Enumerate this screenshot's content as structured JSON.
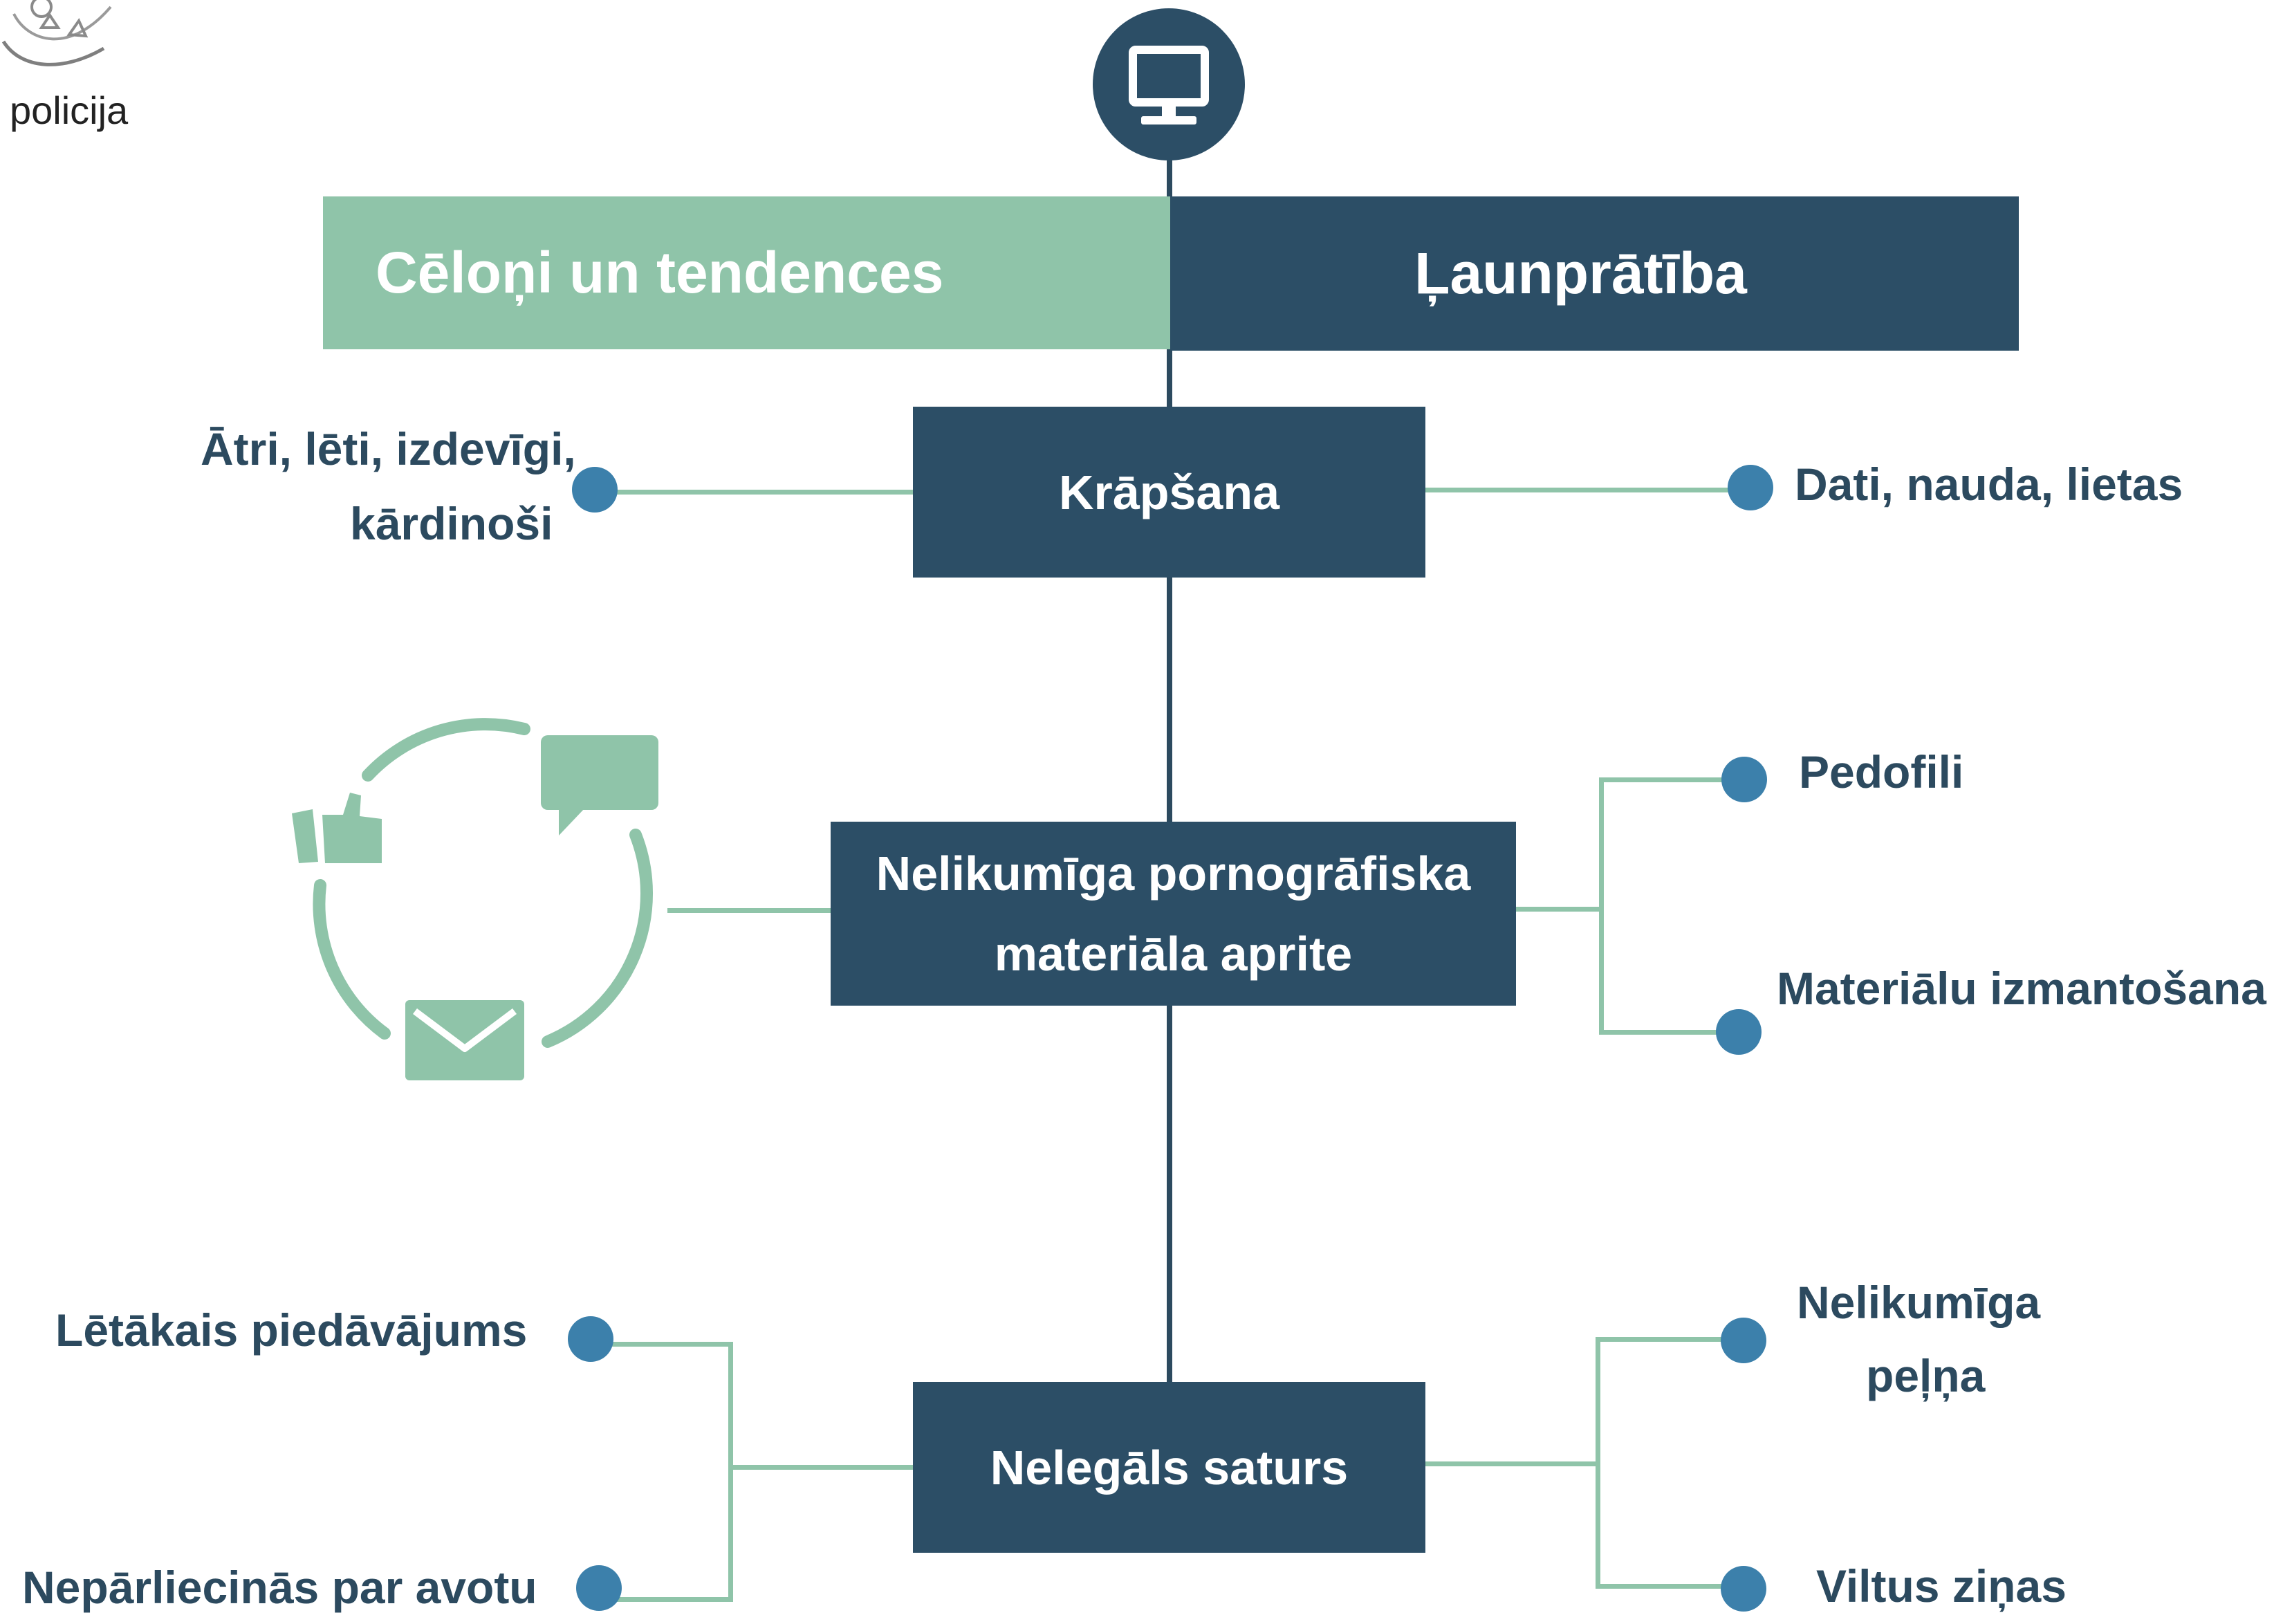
{
  "logo": {
    "caption": "policija"
  },
  "header": {
    "left_title": "Cēloņi un tendences",
    "right_title": "Ļaunprātība",
    "top_icon": "computer-monitor-icon"
  },
  "colors": {
    "navy": "#2c4e66",
    "green": "#8fc4a9",
    "blue_dot": "#3c80ab",
    "text": "#2c4a5f"
  },
  "nodes": {
    "fraud": {
      "label": "Krāpšana",
      "left": [
        "Ātri, lēti, izdevīgi,",
        "kārdinoši"
      ],
      "right": [
        "Dati, nauda, lietas"
      ]
    },
    "porn": {
      "label": [
        "Nelikumīga pornogrāfiska",
        "materiāla aprite"
      ],
      "left_icon": "social-media-cycle-icon",
      "right": [
        "Pedofili",
        "Materiālu izmantošana"
      ]
    },
    "illegal": {
      "label": "Nelegāls saturs",
      "left": [
        "Lētākais piedāvājums",
        "Nepārliecinās par avotu"
      ],
      "right": [
        "Nelikumīga",
        "peļņa",
        "Viltus ziņas"
      ]
    }
  }
}
